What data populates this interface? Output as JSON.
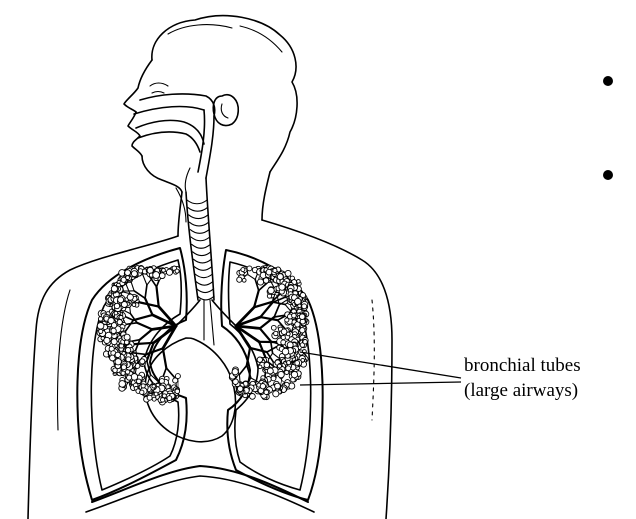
{
  "diagram": {
    "labels": [
      {
        "id": "bronchial",
        "lines": [
          "bronchial tubes",
          "(large airways)"
        ]
      }
    ],
    "bullets": 2
  }
}
